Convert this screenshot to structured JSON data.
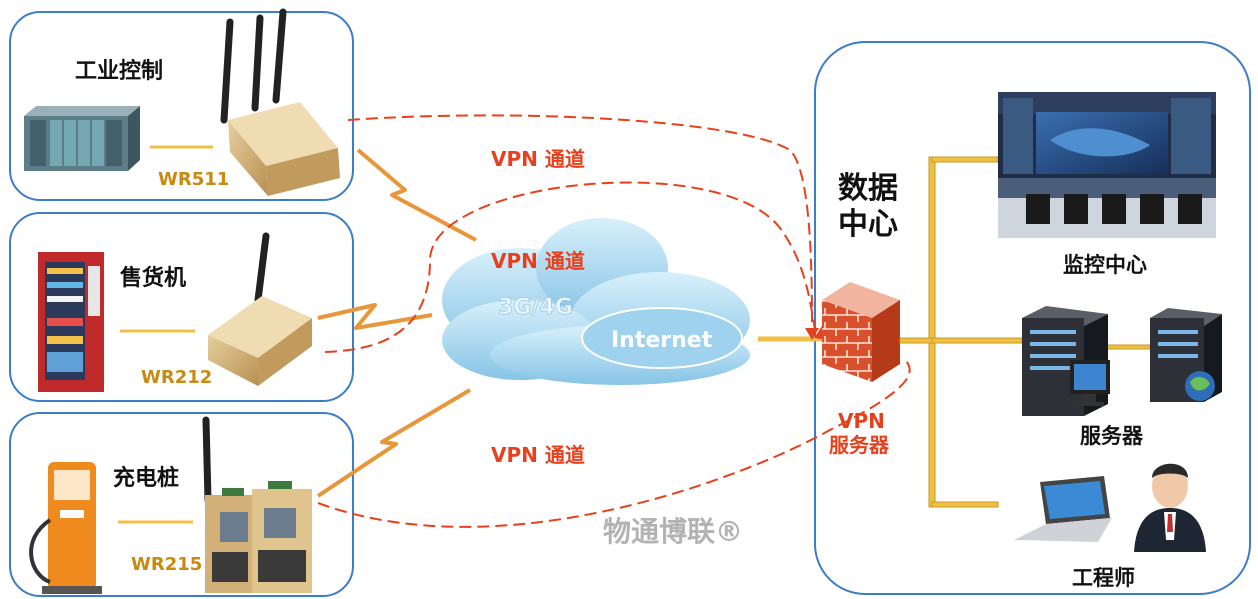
{
  "sites": [
    {
      "title": "工业控制",
      "model": "WR511"
    },
    {
      "title": "售货机",
      "model": "WR212"
    },
    {
      "title": "充电桩",
      "model": "WR215"
    }
  ],
  "tunnels": [
    "VPN 通道",
    "VPN 通道",
    "VPN 通道"
  ],
  "cloud": {
    "network": "3G/4G",
    "internet": "Internet"
  },
  "datacenter": {
    "title_line1": "数据",
    "title_line2": "中心",
    "vpn_server_line1": "VPN",
    "vpn_server_line2": "服务器",
    "monitor": "监控中心",
    "servers": "服务器",
    "engineer": "工程师"
  },
  "watermark": "物通博联®",
  "colors": {
    "frame": "#3d7cc9",
    "vpn": "#e8401c",
    "link": "#f0c046",
    "model": "#c88a10",
    "lightning": "#e8963a",
    "cloud": "#a9d8f0"
  }
}
